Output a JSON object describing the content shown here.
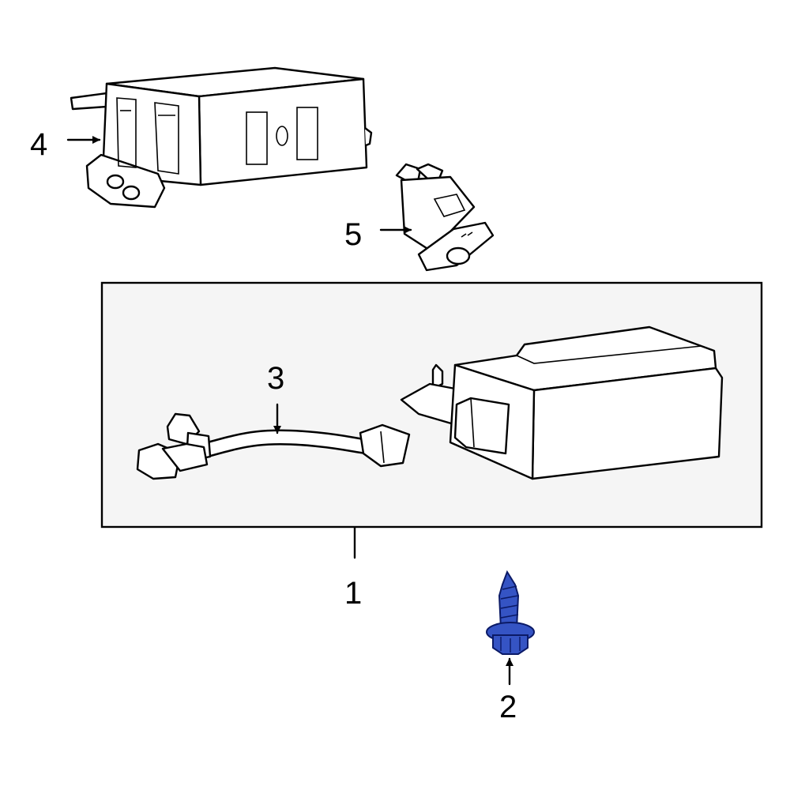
{
  "callouts": {
    "c1": "1",
    "c2": "2",
    "c3": "3",
    "c4": "4",
    "c5": "5"
  },
  "colors": {
    "highlight_part": "#3554c4",
    "highlight_outline": "#0b1a66",
    "panel_background": "#f5f5f5",
    "line": "#000000"
  }
}
